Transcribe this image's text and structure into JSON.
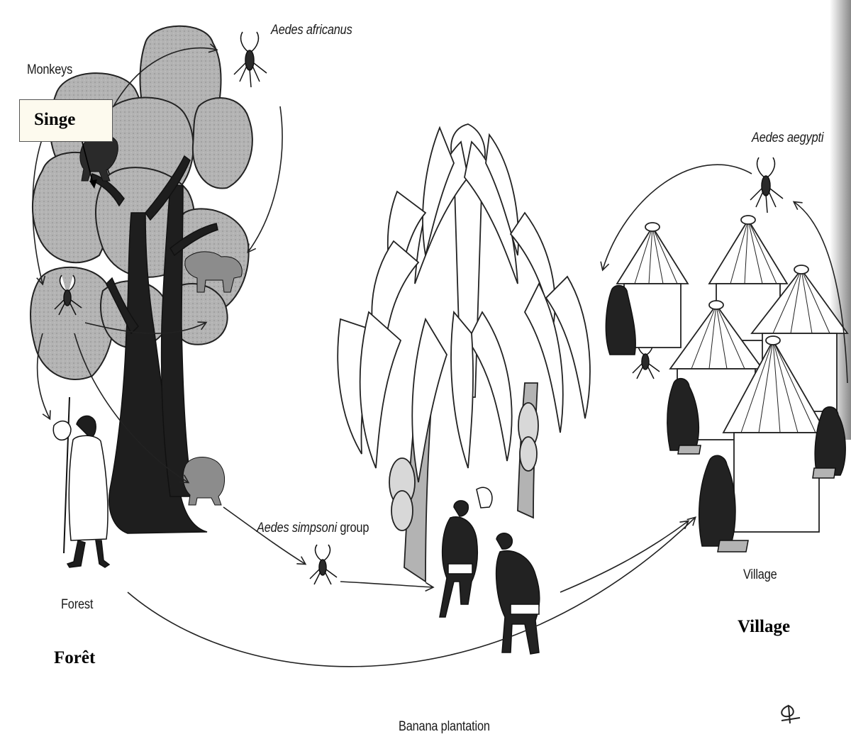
{
  "labels": {
    "monkeys": "Monkeys",
    "aedes_africanus": "Aedes africanus",
    "aedes_aegypti": "Aedes aegypti",
    "aedes_simpsoni": "Aedes simpsoni",
    "group": "group",
    "forest": "Forest",
    "village": "Village",
    "banana_plantation": "Banana plantation"
  },
  "overlays": {
    "singe": "Singe",
    "foret": "Forêt",
    "village_fr": "Village"
  },
  "colors": {
    "canopy": "#b3b3b3",
    "trunk": "#1e1e1e",
    "line": "#222222",
    "silhouette": "#2a2a2a"
  }
}
